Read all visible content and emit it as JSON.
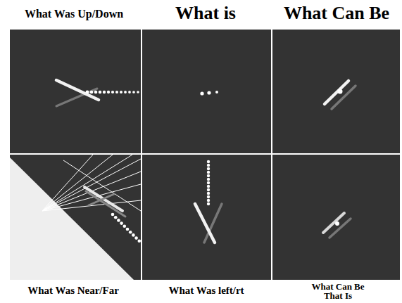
{
  "diagram": {
    "labels": [
      "What Was Up/Down",
      "What is",
      "What Can Be",
      "What Was Near/Far",
      "What Was left/rt",
      "What Can Be That Is"
    ]
  }
}
